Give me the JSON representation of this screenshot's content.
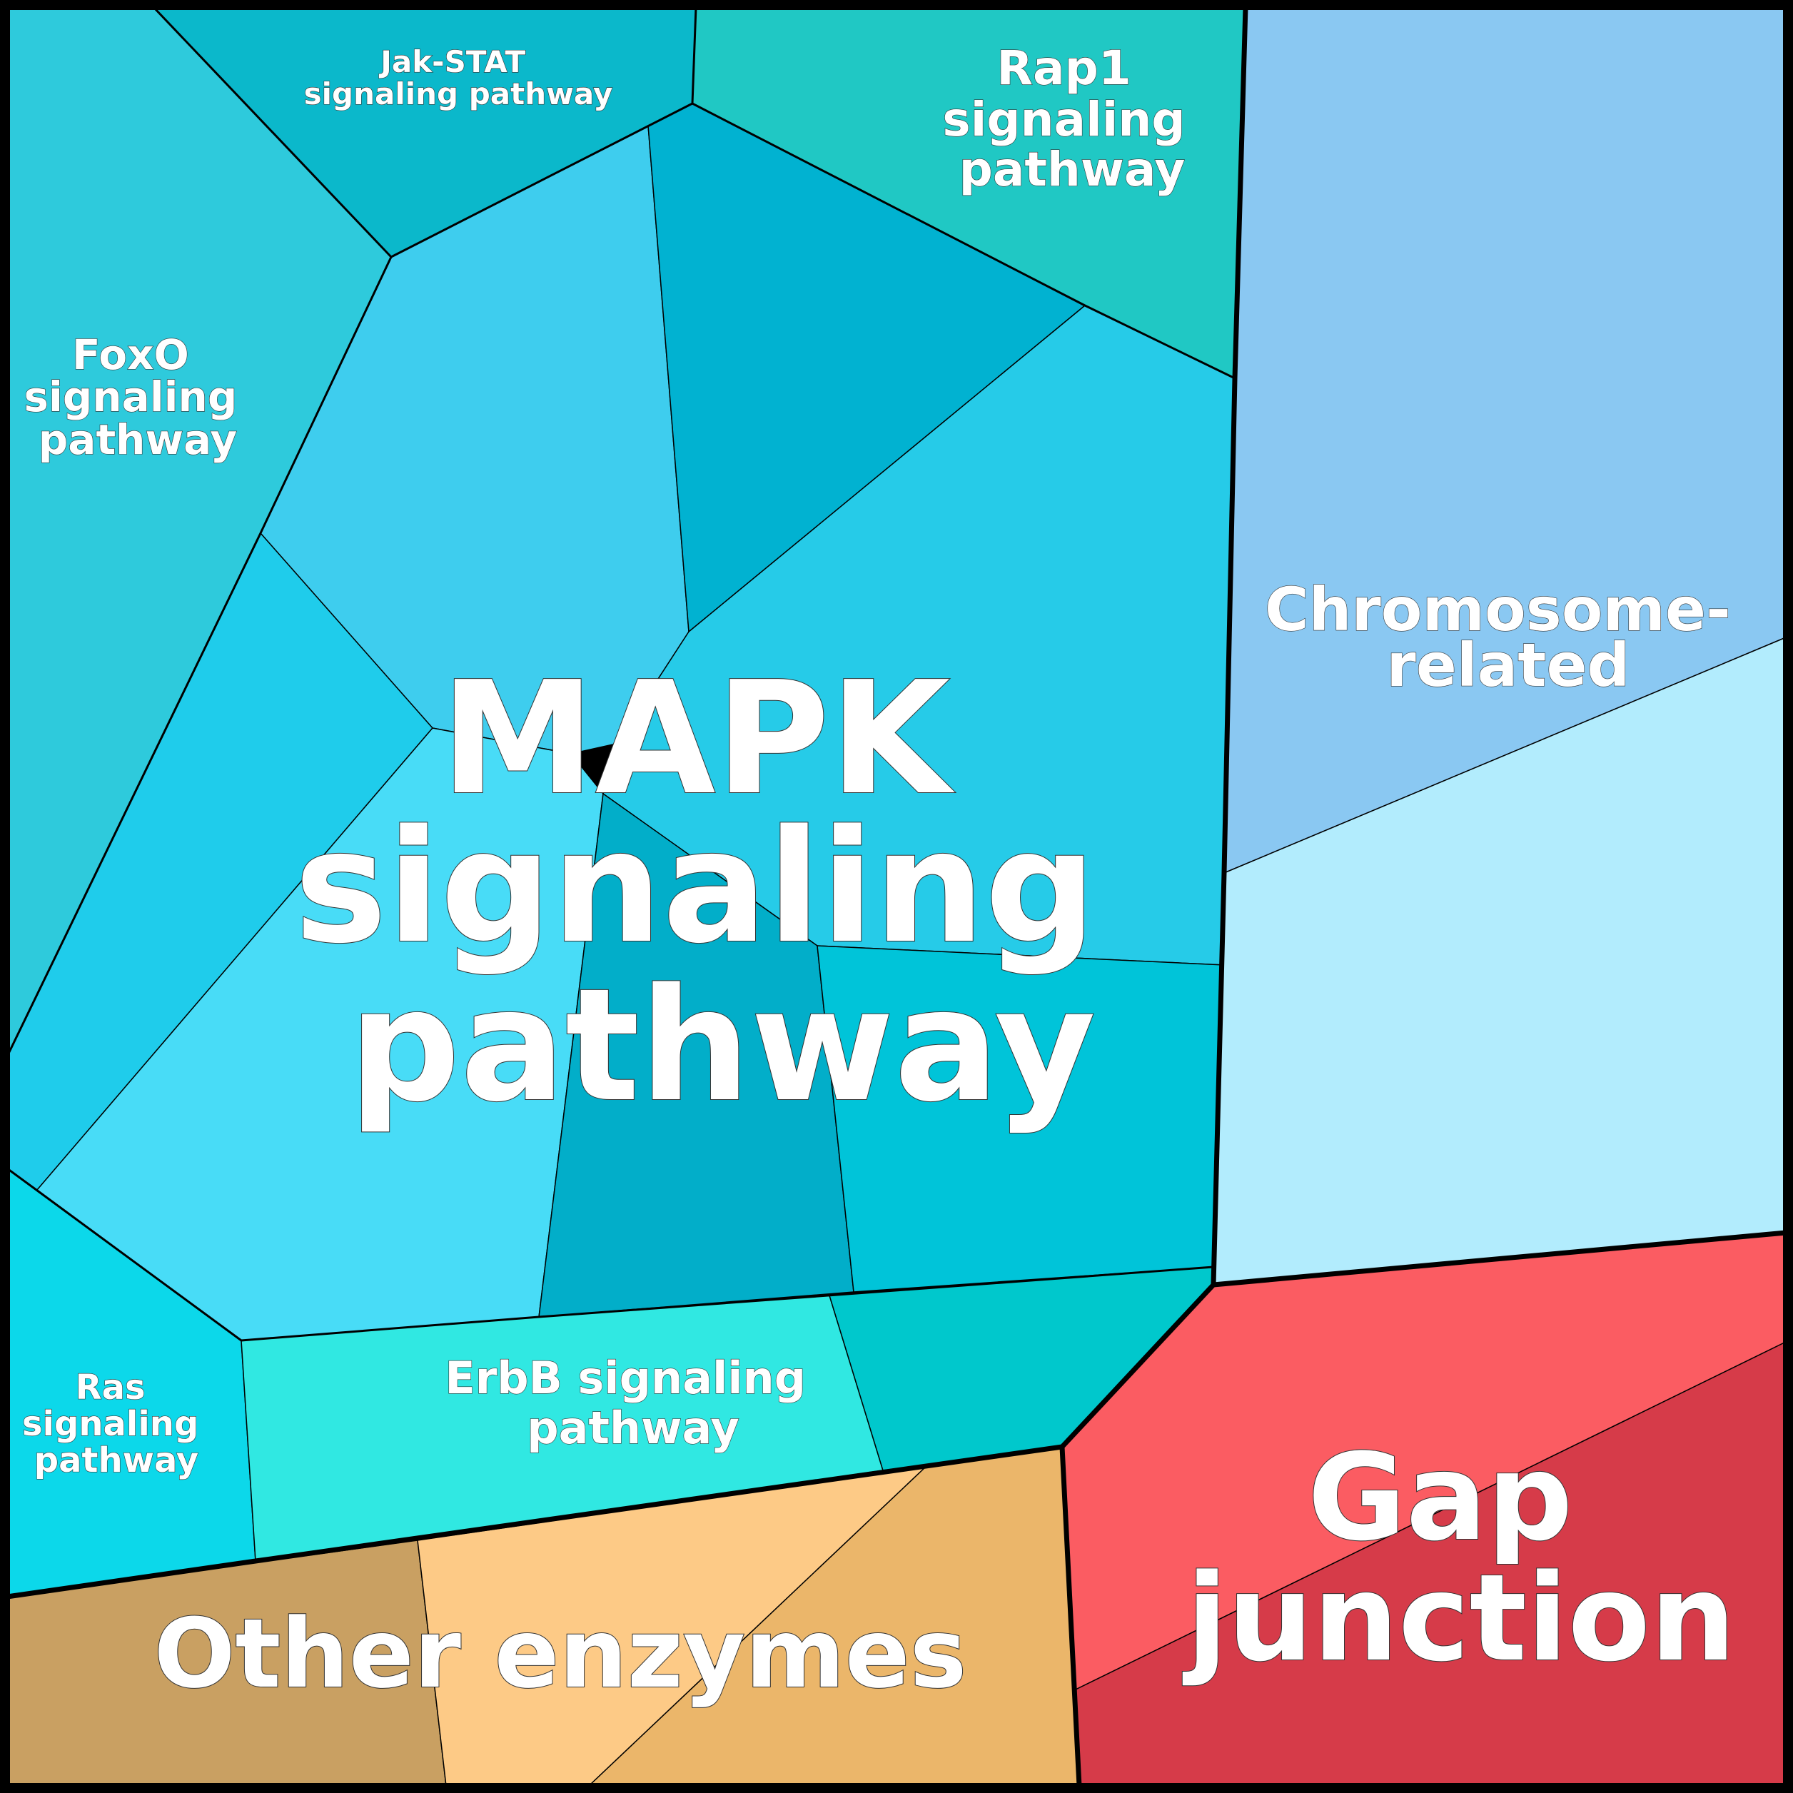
{
  "title": "Voronoi treemap of pathways",
  "groups": [
    {
      "name": "MAPK signaling pathway",
      "label_lines": [
        "MAPK",
        "signaling",
        "pathway"
      ],
      "color": "#26c6e6",
      "cells": [
        {
          "id": "rap1",
          "name": "Rap1 signaling pathway",
          "label_lines": [
            "Rap1",
            "signaling",
            "pathway"
          ],
          "color": "#20c8c4"
        },
        {
          "id": "jak-stat",
          "name": "Jak-STAT signaling pathway",
          "label_lines": [
            "Jak-STAT",
            "signaling pathway"
          ],
          "color": "#0bb8cb"
        },
        {
          "id": "foxo",
          "name": "FoxO signaling pathway",
          "label_lines": [
            "FoxO",
            "signaling",
            "pathway"
          ],
          "color": "#2ecadc"
        },
        {
          "id": "mapk-upper-center",
          "name": "",
          "label_lines": [],
          "color": "#3ecdee"
        },
        {
          "id": "mapk-dark-upper",
          "name": "",
          "label_lines": [],
          "color": "#01b2d1"
        },
        {
          "id": "mapk-right-upper",
          "name": "",
          "label_lines": [],
          "color": "#26cbe8"
        },
        {
          "id": "mapk-left",
          "name": "",
          "label_lines": [],
          "color": "#1fcceb"
        },
        {
          "id": "mapk-lower-left",
          "name": "",
          "label_lines": [],
          "color": "#48dcf7"
        },
        {
          "id": "mapk-center-dark",
          "name": "",
          "label_lines": [],
          "color": "#02aec9"
        },
        {
          "id": "mapk-right-lower",
          "name": "",
          "label_lines": [],
          "color": "#00c4d9"
        },
        {
          "id": "ras",
          "name": "Ras signaling pathway",
          "label_lines": [
            "Ras",
            "signaling",
            "pathway"
          ],
          "color": "#0cd8ea"
        },
        {
          "id": "erbb",
          "name": "ErbB signaling pathway",
          "label_lines": [
            "ErbB signaling",
            "pathway"
          ],
          "color": "#30e8e2"
        },
        {
          "id": "mapk-teal-right",
          "name": "",
          "label_lines": [],
          "color": "#00c8cc"
        }
      ]
    },
    {
      "name": "Chromosome-related",
      "label_lines": [
        "Chromosome-",
        "related"
      ],
      "color": "#8ac8f2",
      "cells": [
        {
          "id": "chromosome-top",
          "name": "",
          "label_lines": [],
          "color": "#8ac8f2"
        },
        {
          "id": "chromosome-bottom",
          "name": "",
          "label_lines": [],
          "color": "#b2ecfd"
        }
      ]
    },
    {
      "name": "Gap junction",
      "label_lines": [
        "Gap",
        "junction"
      ],
      "color": "#fb5c62",
      "cells": [
        {
          "id": "gap-upper",
          "name": "",
          "label_lines": [],
          "color": "#fb5c62"
        },
        {
          "id": "gap-lower",
          "name": "",
          "label_lines": [],
          "color": "#d63b49"
        }
      ]
    },
    {
      "name": "Other enzymes",
      "label_lines": [
        "Other enzymes"
      ],
      "color": "#ebb66a",
      "cells": [
        {
          "id": "other-left",
          "name": "",
          "label_lines": [],
          "color": "#c9a062"
        },
        {
          "id": "other-middle",
          "name": "",
          "label_lines": [],
          "color": "#fdca86"
        },
        {
          "id": "other-right",
          "name": "",
          "label_lines": [],
          "color": "#ebb66a"
        }
      ]
    }
  ]
}
